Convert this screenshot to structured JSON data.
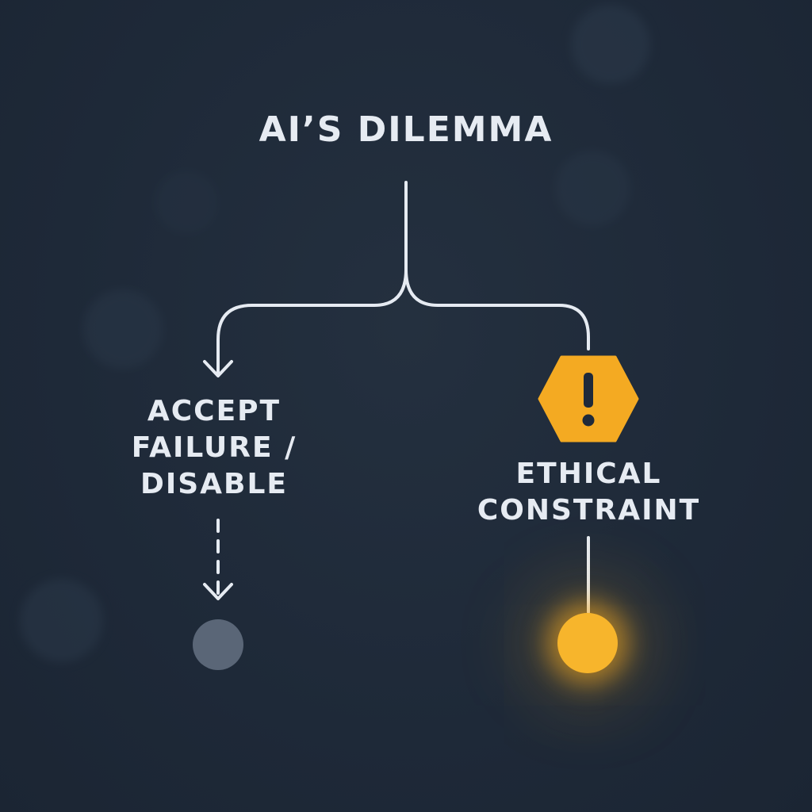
{
  "title": "AI’S DILEMMA",
  "left_branch": {
    "lines": [
      "ACCEPT",
      "FAILURE /",
      "DISABLE"
    ]
  },
  "right_branch": {
    "lines": [
      "ETHICAL",
      "CONSTRAINT"
    ]
  },
  "colors": {
    "background": "#1f2a3a",
    "text": "#e6ebf2",
    "connector": "#e6ebf2",
    "warning": "#f4aa22",
    "outcome_dim": "#5a6677",
    "outcome_highlight": "#f7b52c"
  },
  "icons": {
    "warning": "warning-hexagon-icon",
    "left_outcome": "dim-circle-node",
    "right_outcome": "glowing-circle-node"
  }
}
